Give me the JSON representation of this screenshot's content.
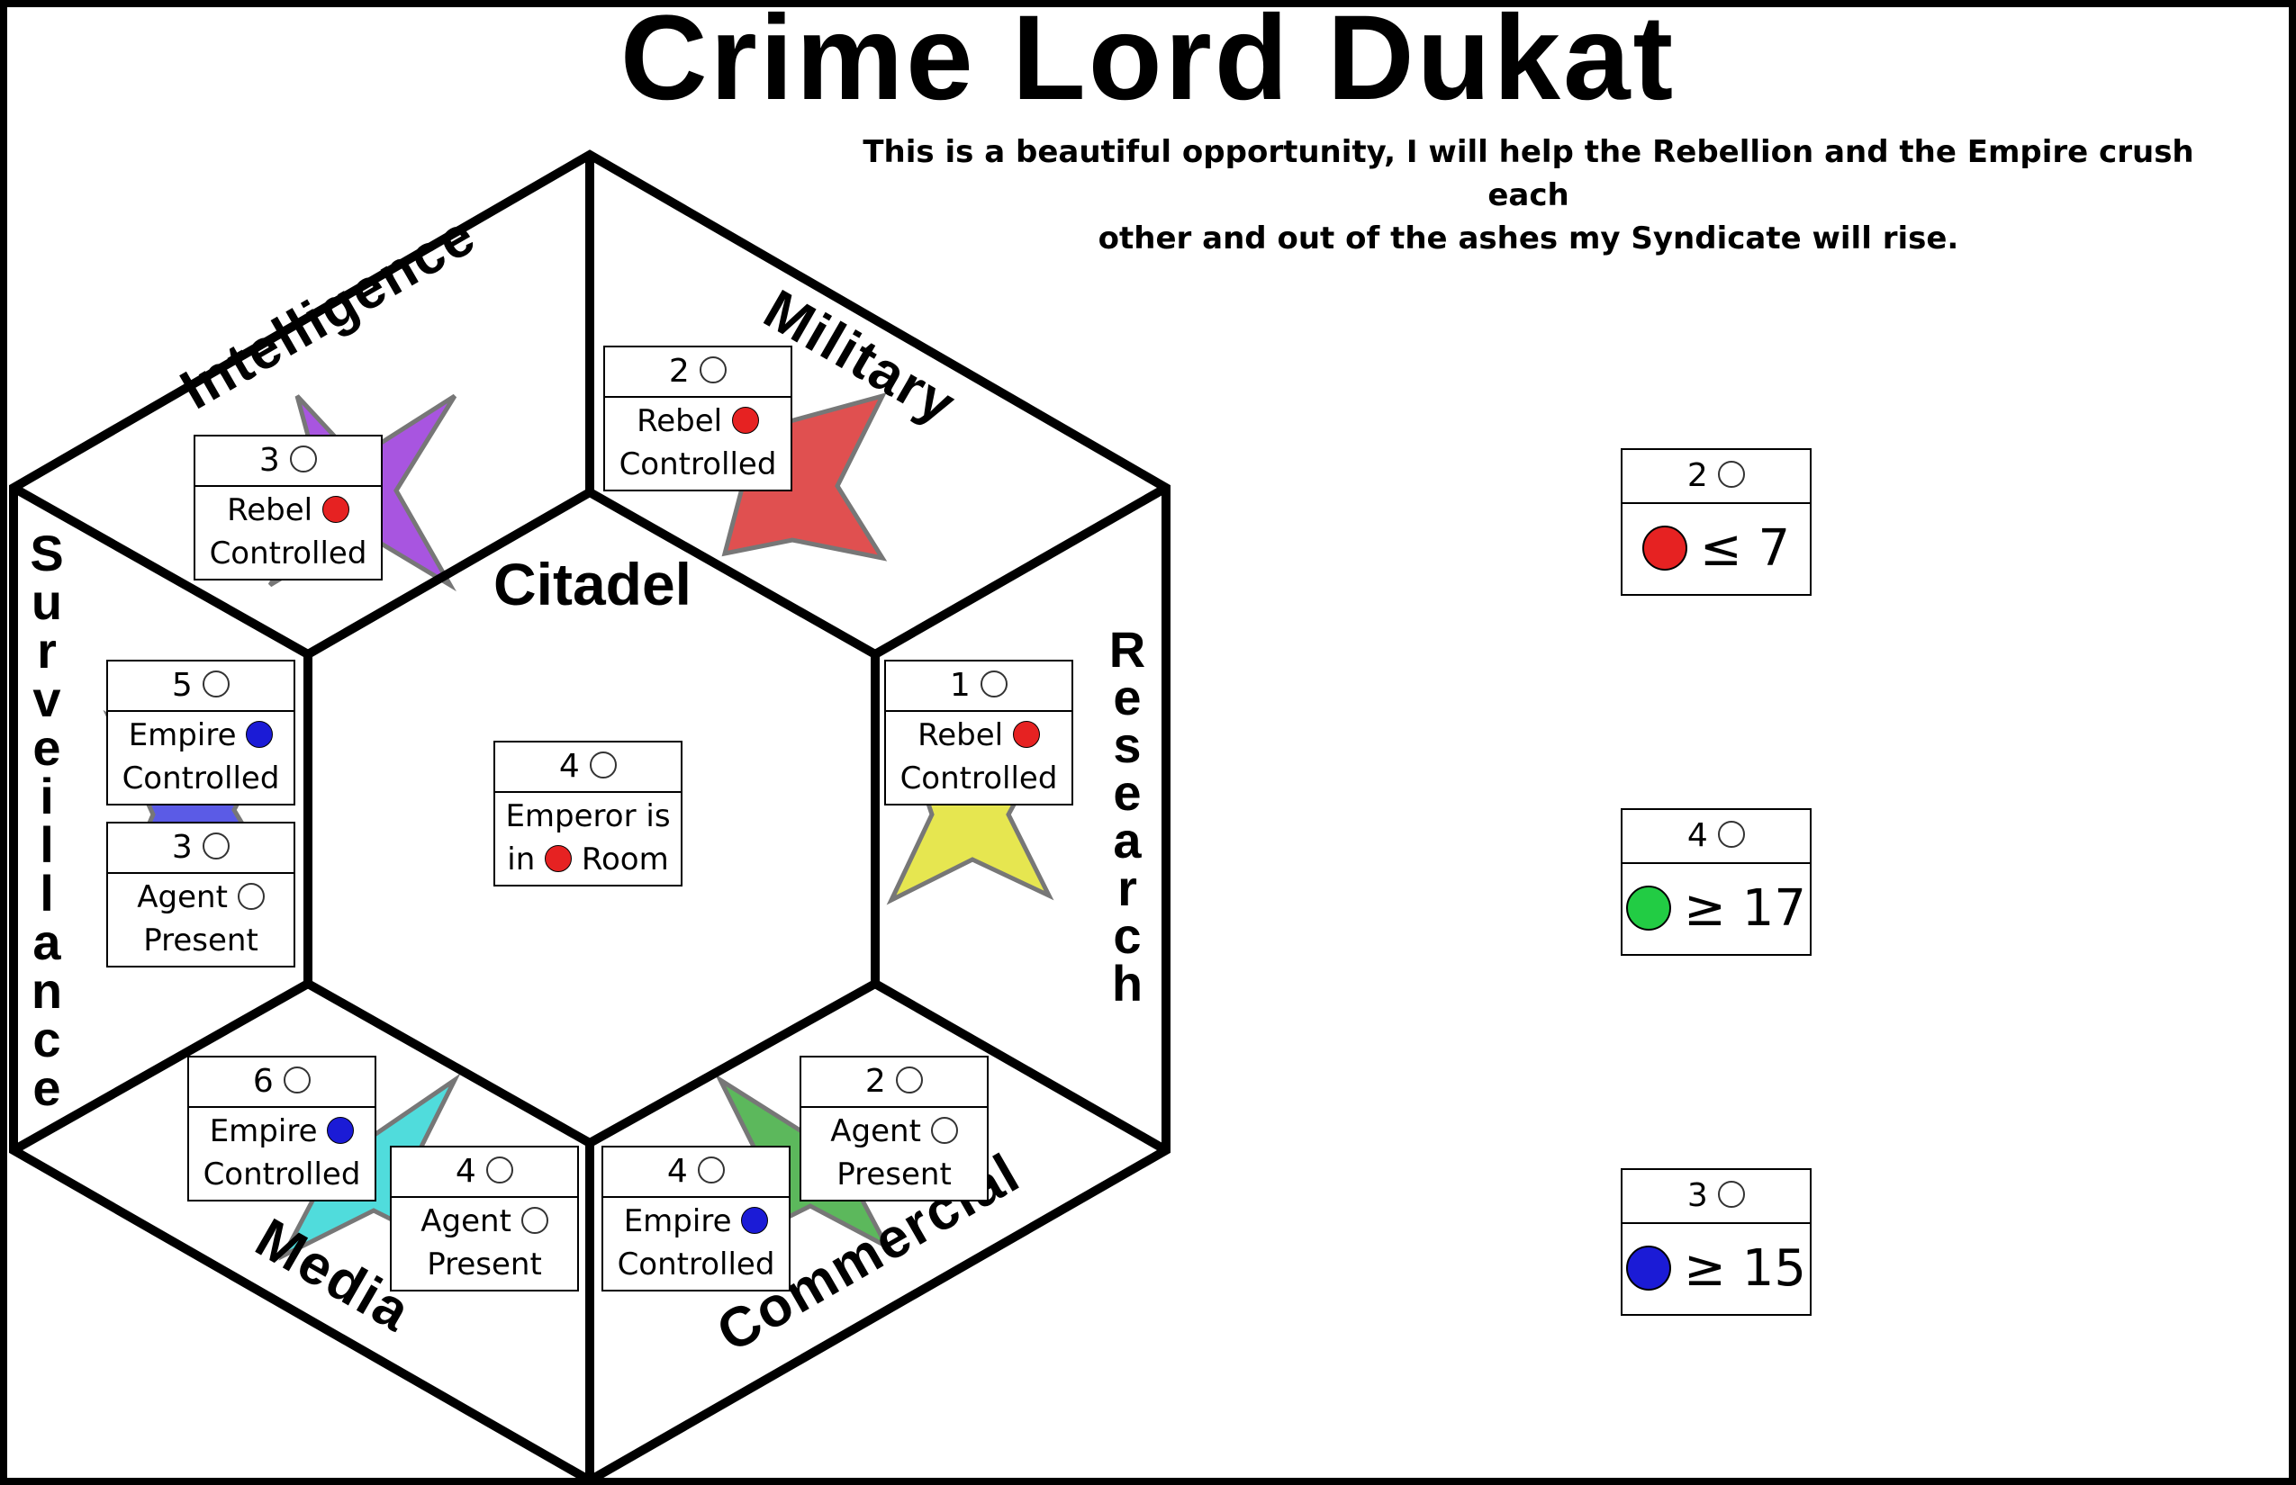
{
  "title": "Crime Lord Dukat",
  "flavor_line1": "This is a beautiful opportunity, I will help the Rebellion and the Empire crush each",
  "flavor_line2": "other and out of the ashes my Syndicate will rise.",
  "sectors": {
    "intelligence": "Intelligence",
    "military": "Military",
    "surveillance": "Surveillance",
    "research": "Research",
    "media": "Media",
    "commercial": "Commercial",
    "citadel": "Citadel"
  },
  "colors": {
    "rebel": "#e62222",
    "empire": "#1b1bd6",
    "intelligence_star": "#a855e0",
    "military_star": "#e05050",
    "surveillance_star": "#5b5be6",
    "research_star": "#e6e650",
    "media_star": "#50dcdc",
    "commercial_star": "#3ca03c",
    "credits_token": "#22cc44",
    "weapon_token": "#e62222",
    "eye_token": "#1b1bd6"
  },
  "goal_cards": [
    {
      "id": "intelligence",
      "points": "3",
      "line1": "Rebel",
      "line2": "Controlled",
      "icon": "rebel-icon"
    },
    {
      "id": "military",
      "points": "2",
      "line1": "Rebel",
      "line2": "Controlled",
      "icon": "rebel-icon"
    },
    {
      "id": "surveillance_a",
      "points": "5",
      "line1": "Empire",
      "line2": "Controlled",
      "icon": "empire-icon"
    },
    {
      "id": "surveillance_b",
      "points": "3",
      "line1": "Agent",
      "line2": "Present",
      "icon": "agent-icon"
    },
    {
      "id": "research",
      "points": "1",
      "line1": "Rebel",
      "line2": "Controlled",
      "icon": "rebel-icon"
    },
    {
      "id": "citadel",
      "points": "4",
      "line1": "Emperor is",
      "line2a": "in",
      "line2b": "Room",
      "icon": "weapon-icon"
    },
    {
      "id": "media_a",
      "points": "6",
      "line1": "Empire",
      "line2": "Controlled",
      "icon": "empire-icon"
    },
    {
      "id": "media_b",
      "points": "4",
      "line1": "Agent",
      "line2": "Present",
      "icon": "agent-icon"
    },
    {
      "id": "commercial_a",
      "points": "4",
      "line1": "Empire",
      "line2": "Controlled",
      "icon": "empire-icon"
    },
    {
      "id": "commercial_b",
      "points": "2",
      "line1": "Agent",
      "line2": "Present",
      "icon": "agent-icon"
    }
  ],
  "objectives": [
    {
      "points": "2",
      "icon": "weapon-token-icon",
      "condition": "≤ 7"
    },
    {
      "points": "4",
      "icon": "credits-token-icon",
      "condition": "≥ 17"
    },
    {
      "points": "3",
      "icon": "eye-token-icon",
      "condition": "≥ 15"
    }
  ]
}
